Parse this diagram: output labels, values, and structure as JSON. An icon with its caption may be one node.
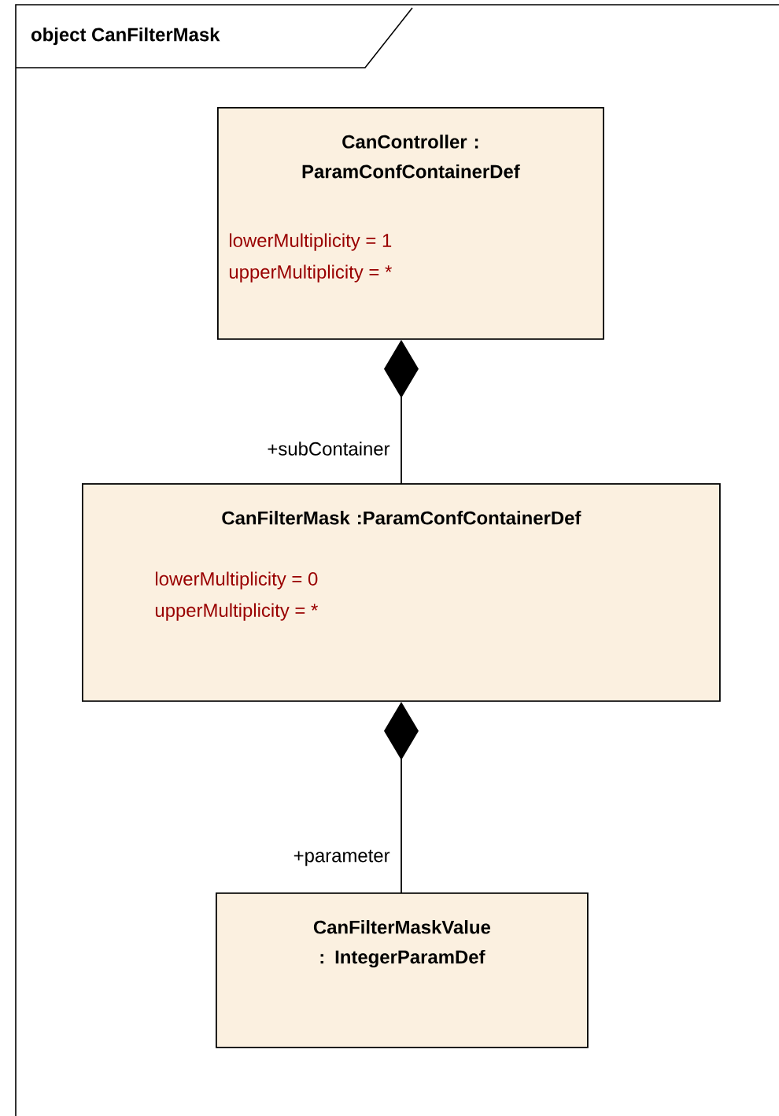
{
  "diagram": {
    "title": "object CanFilterMask",
    "nodes": [
      {
        "text": [
          "CanController : ParamConfContainerDef",
          "lowerMultiplicity = 1",
          "upperMultiplicity = *"
        ]
      },
      {
        "text": [
          "CanFilterMask :ParamConfContainerDef",
          "lowerMultiplicity = 0",
          "upperMultiplicity = *"
        ]
      },
      {
        "text": [
          "CanFilterMaskValue : IntegerParamDef"
        ]
      }
    ],
    "edges": [
      {
        "from": 0,
        "to": 1,
        "arrow": "other",
        "label": "+subContainer"
      },
      {
        "from": 1,
        "to": 2,
        "arrow": "other",
        "label": "+parameter"
      }
    ]
  }
}
